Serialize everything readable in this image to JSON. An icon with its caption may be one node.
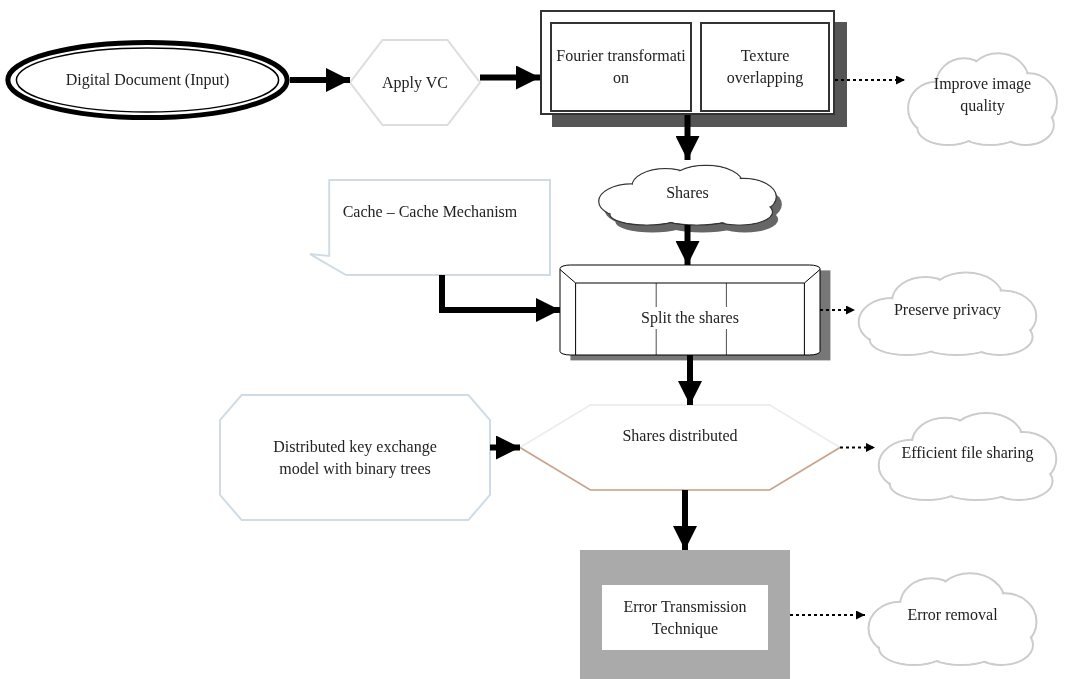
{
  "diagram": {
    "nodes": [
      {
        "text": [
          "Digital Document (Input)"
        ]
      },
      {
        "text": [
          "Apply VC"
        ]
      },
      {
        "text": [],
        "shape": "box"
      },
      {
        "text": [
          "Fourier transformati on"
        ],
        "in": 2
      },
      {
        "text": [
          "Texture overlapping"
        ],
        "in": 2
      },
      {
        "text": [
          "Improve image quality"
        ]
      },
      {
        "text": [
          "Shares"
        ]
      },
      {
        "text": [
          "Cache – Cache Mechanism"
        ]
      },
      {
        "text": [
          "Split   the shares"
        ]
      },
      {
        "text": [
          "Preserve privacy"
        ]
      },
      {
        "text": [
          "Distributed key exchange model with binary trees"
        ]
      },
      {
        "text": [
          "Shares distributed"
        ]
      },
      {
        "text": [
          "Efficient file sharing"
        ]
      },
      {
        "text": [
          "Error Transmission Technique"
        ]
      },
      {
        "text": [
          "Error removal"
        ]
      }
    ],
    "edges": [
      {
        "from": 0,
        "to": 1,
        "arrow": "to"
      },
      {
        "from": 1,
        "to": 2,
        "arrow": "to"
      },
      {
        "from": 2,
        "to": 5,
        "arrow": "to",
        "style": "dashed"
      },
      {
        "from": 2,
        "to": 6,
        "arrow": "to"
      },
      {
        "from": 6,
        "to": 8,
        "arrow": "to"
      },
      {
        "from": 7,
        "to": 8,
        "arrow": "to"
      },
      {
        "from": 8,
        "to": 9,
        "arrow": "to",
        "style": "dashed"
      },
      {
        "from": 8,
        "to": 11,
        "arrow": "to"
      },
      {
        "from": 10,
        "to": 11,
        "arrow": "to"
      },
      {
        "from": 11,
        "to": 12,
        "arrow": "to",
        "style": "dashed"
      },
      {
        "from": 11,
        "to": 13,
        "arrow": "to"
      },
      {
        "from": 13,
        "to": 14,
        "arrow": "to",
        "style": "dashed"
      }
    ]
  }
}
